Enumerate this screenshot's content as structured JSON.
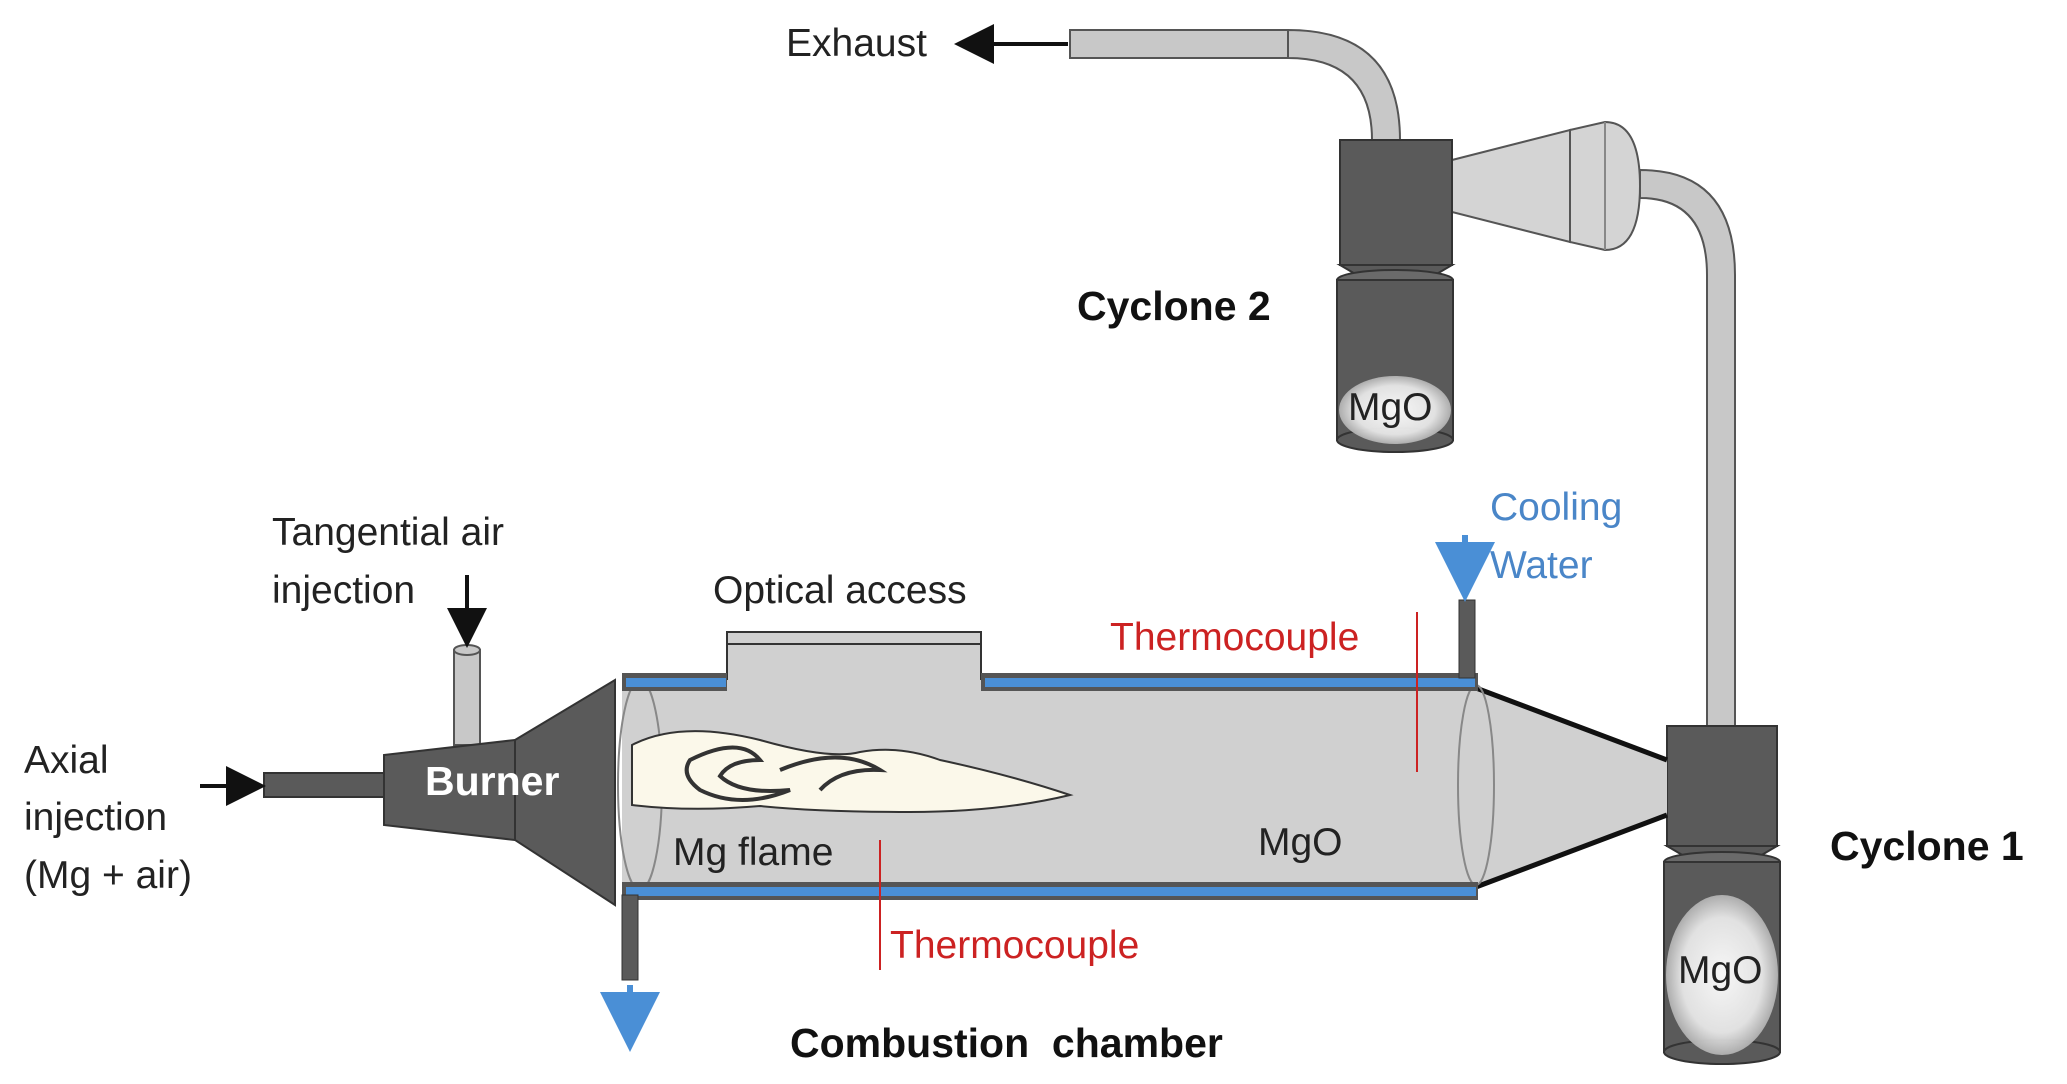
{
  "labels": {
    "exhaust": "Exhaust",
    "cyclone_2": "Cyclone 2",
    "cyclone_1": "Cyclone 1",
    "mgo_cyclone_2": "MgO",
    "mgo_cyclone_1": "MgO",
    "mgo_chamber": "MgO",
    "cooling_water_line1": "Cooling",
    "cooling_water_line2": "Water",
    "tangential_line1": "Tangential air",
    "tangential_line2": "injection",
    "optical_access": "Optical access",
    "thermocouple_top": "Thermocouple",
    "thermocouple_bottom": "Thermocouple",
    "axial_line1": "Axial",
    "axial_line2": "injection",
    "axial_line3": "(Mg + air)",
    "burner": "Burner",
    "mg_flame": "Mg flame",
    "combustion_chamber": "Combustion  chamber"
  },
  "colors": {
    "equipment_dark": "#5a5a5a",
    "equipment_light": "#c8c8c8",
    "pipe": "#bdbdbd",
    "chamber": "#cfcfcf",
    "cooling_jacket": "#4a8fd6",
    "thermocouple": "#cc2222",
    "cooling_text": "#4a86c8",
    "arrow": "#111111",
    "flame": "#fbf8ea"
  }
}
